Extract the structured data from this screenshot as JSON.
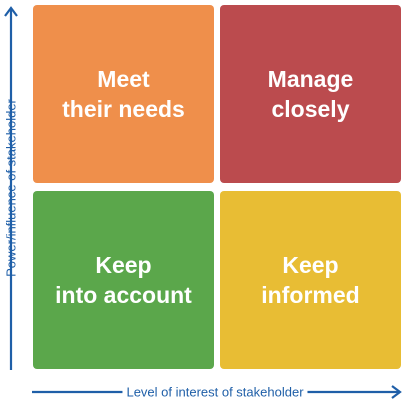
{
  "quadrants": {
    "top_left": {
      "label": "Meet\ntheir needs",
      "color": "#ef8f4b"
    },
    "top_right": {
      "label": "Manage\nclosely",
      "color": "#bb4b4e"
    },
    "bottom_left": {
      "label": "Keep\ninto account",
      "color": "#5ba74b"
    },
    "bottom_right": {
      "label": "Keep\ninformed",
      "color": "#e8bd34"
    }
  },
  "axes": {
    "y_label": "Power/influence of stakeholder",
    "x_label": "Level of interest of stakeholder",
    "color": "#1f5fa8"
  }
}
